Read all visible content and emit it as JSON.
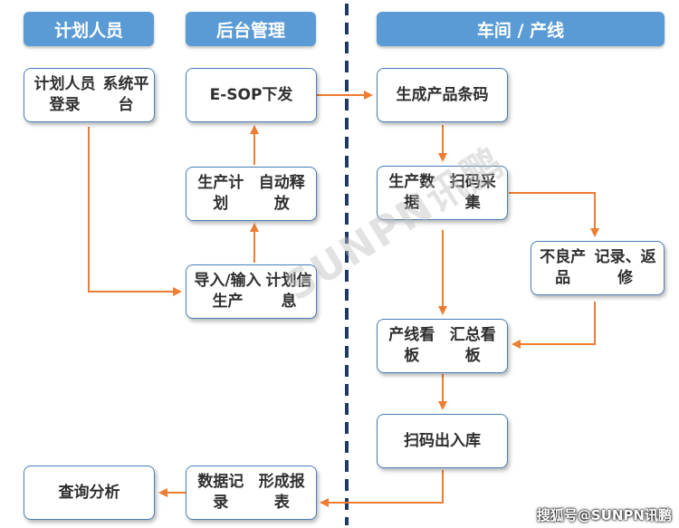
{
  "headers": {
    "planner": "计划人员",
    "backend": "后台管理",
    "workshop": "车间 / 产线"
  },
  "nodes": {
    "planner_login": [
      "计划人员登录",
      "系统平台"
    ],
    "esop": [
      "E-SOP下发"
    ],
    "plan_release": [
      "生产计划",
      "自动释放"
    ],
    "import_plan": [
      "导入/输入生产",
      "计划信息"
    ],
    "gen_barcode": [
      "生成产品",
      "条码"
    ],
    "scan_collect": [
      "生产数据",
      "扫码采集"
    ],
    "defect": [
      "不良产品",
      "记录、返修"
    ],
    "kanban": [
      "产线看板",
      "汇总看板"
    ],
    "scan_stock": [
      "扫码出入库"
    ],
    "report": [
      "数据记录",
      "形成报表"
    ],
    "query": [
      "查询分析"
    ]
  },
  "watermark": "SUNPN讯鹏",
  "credit": "搜狐号@SUNPN讯鹏",
  "colors": {
    "header_bg": "#5b9bd5",
    "box_border": "#4a7fb6",
    "arrow": "#ed7d31",
    "divider": "#1f3864"
  }
}
